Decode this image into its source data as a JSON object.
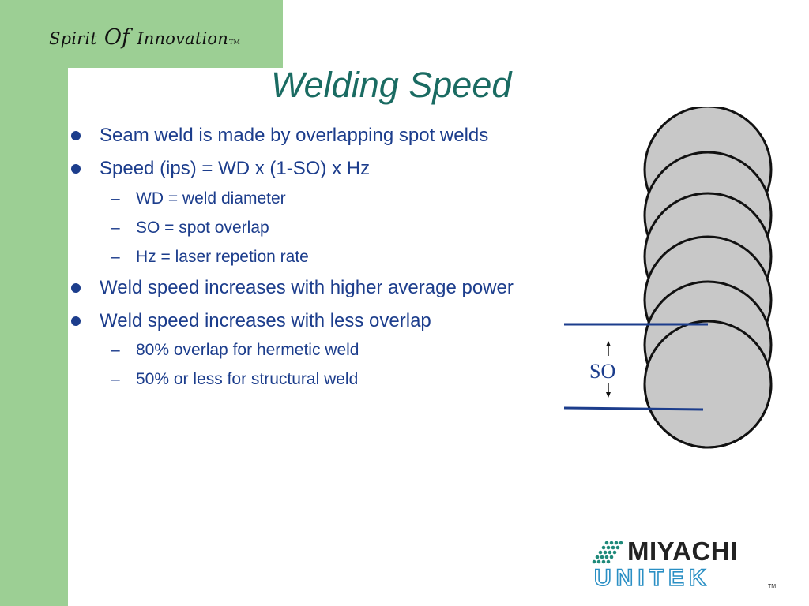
{
  "header": {
    "tagline": {
      "word1": "Spirit",
      "word2": "Of",
      "word3": "Innovation",
      "tm": "TM"
    },
    "title": "Welding Speed"
  },
  "bullets": [
    {
      "text": "Seam weld is made by overlapping spot welds"
    },
    {
      "text": "Speed (ips) = WD x (1-SO) x Hz"
    },
    {
      "text": "WD = weld diameter"
    },
    {
      "text": "SO = spot overlap"
    },
    {
      "text": "Hz = laser repetion rate"
    },
    {
      "text": "Weld speed increases with higher average power"
    },
    {
      "text": "Weld speed increases with less overlap"
    },
    {
      "text": "80%  overlap for hermetic weld"
    },
    {
      "text": "50% or less for structural weld"
    }
  ],
  "sub_marker": "–",
  "diagram": {
    "label": "SO",
    "circle_fill": "#c8c8c8",
    "line_color": "#1c3d8c"
  },
  "logo": {
    "top": "MIYACHI",
    "bottom": "UNITEK",
    "tm": "TM"
  },
  "colors": {
    "green": "#9ccf94",
    "title": "#1a6b62",
    "text": "#1c3d8c"
  }
}
